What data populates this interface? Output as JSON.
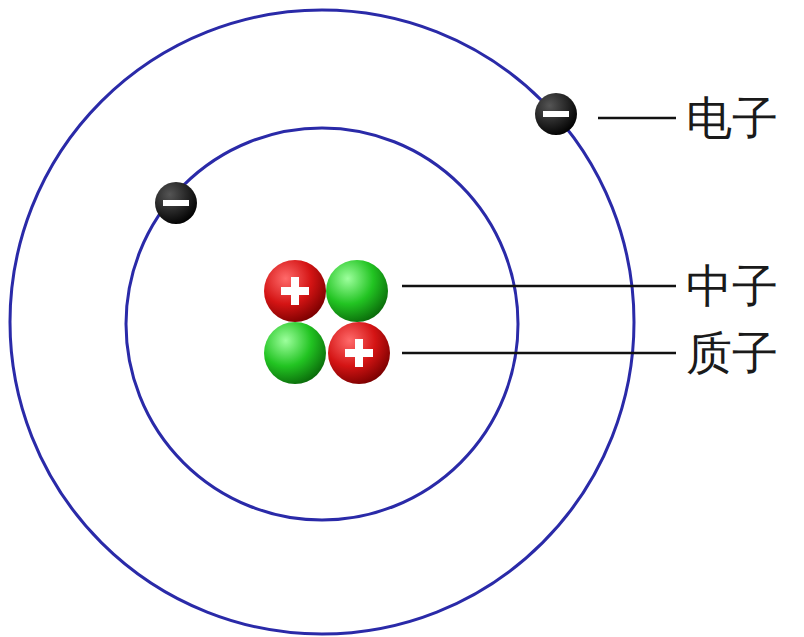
{
  "diagram": {
    "labels": [
      "电子",
      "中子",
      "质子"
    ]
  }
}
